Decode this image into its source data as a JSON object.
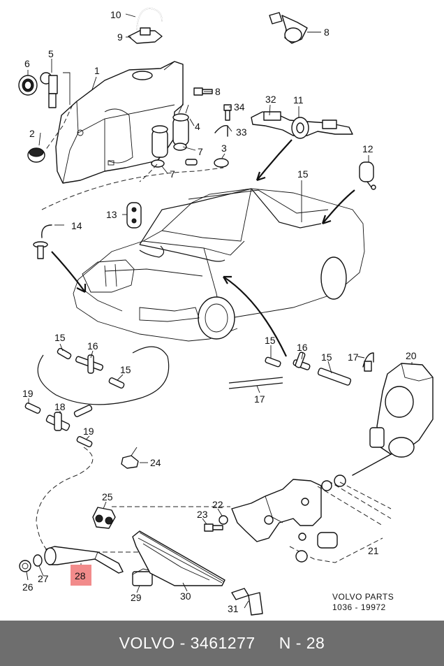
{
  "footer": {
    "brand": "VOLVO",
    "dash1": "-",
    "part_number": "3461277",
    "n_prefix": "N",
    "dash2": "-",
    "n_value": "28"
  },
  "reference": {
    "line1": "VOLVO PARTS",
    "line2": "1036 - 19972"
  },
  "callouts": [
    "10",
    "9",
    "8",
    "6",
    "5",
    "1",
    "8",
    "34",
    "32",
    "11",
    "4",
    "33",
    "2",
    "7",
    "3",
    "12",
    "7",
    "15",
    "13",
    "14",
    "15",
    "16",
    "15",
    "15",
    "16",
    "15",
    "17",
    "17",
    "20",
    "19",
    "18",
    "19",
    "24",
    "25",
    "22",
    "23",
    "21",
    "26",
    "27",
    "28",
    "29",
    "30",
    "31"
  ],
  "highlighted_callout": "28",
  "colors": {
    "highlight": "#f28b8b",
    "footer_bg": "#6e6e6e"
  }
}
